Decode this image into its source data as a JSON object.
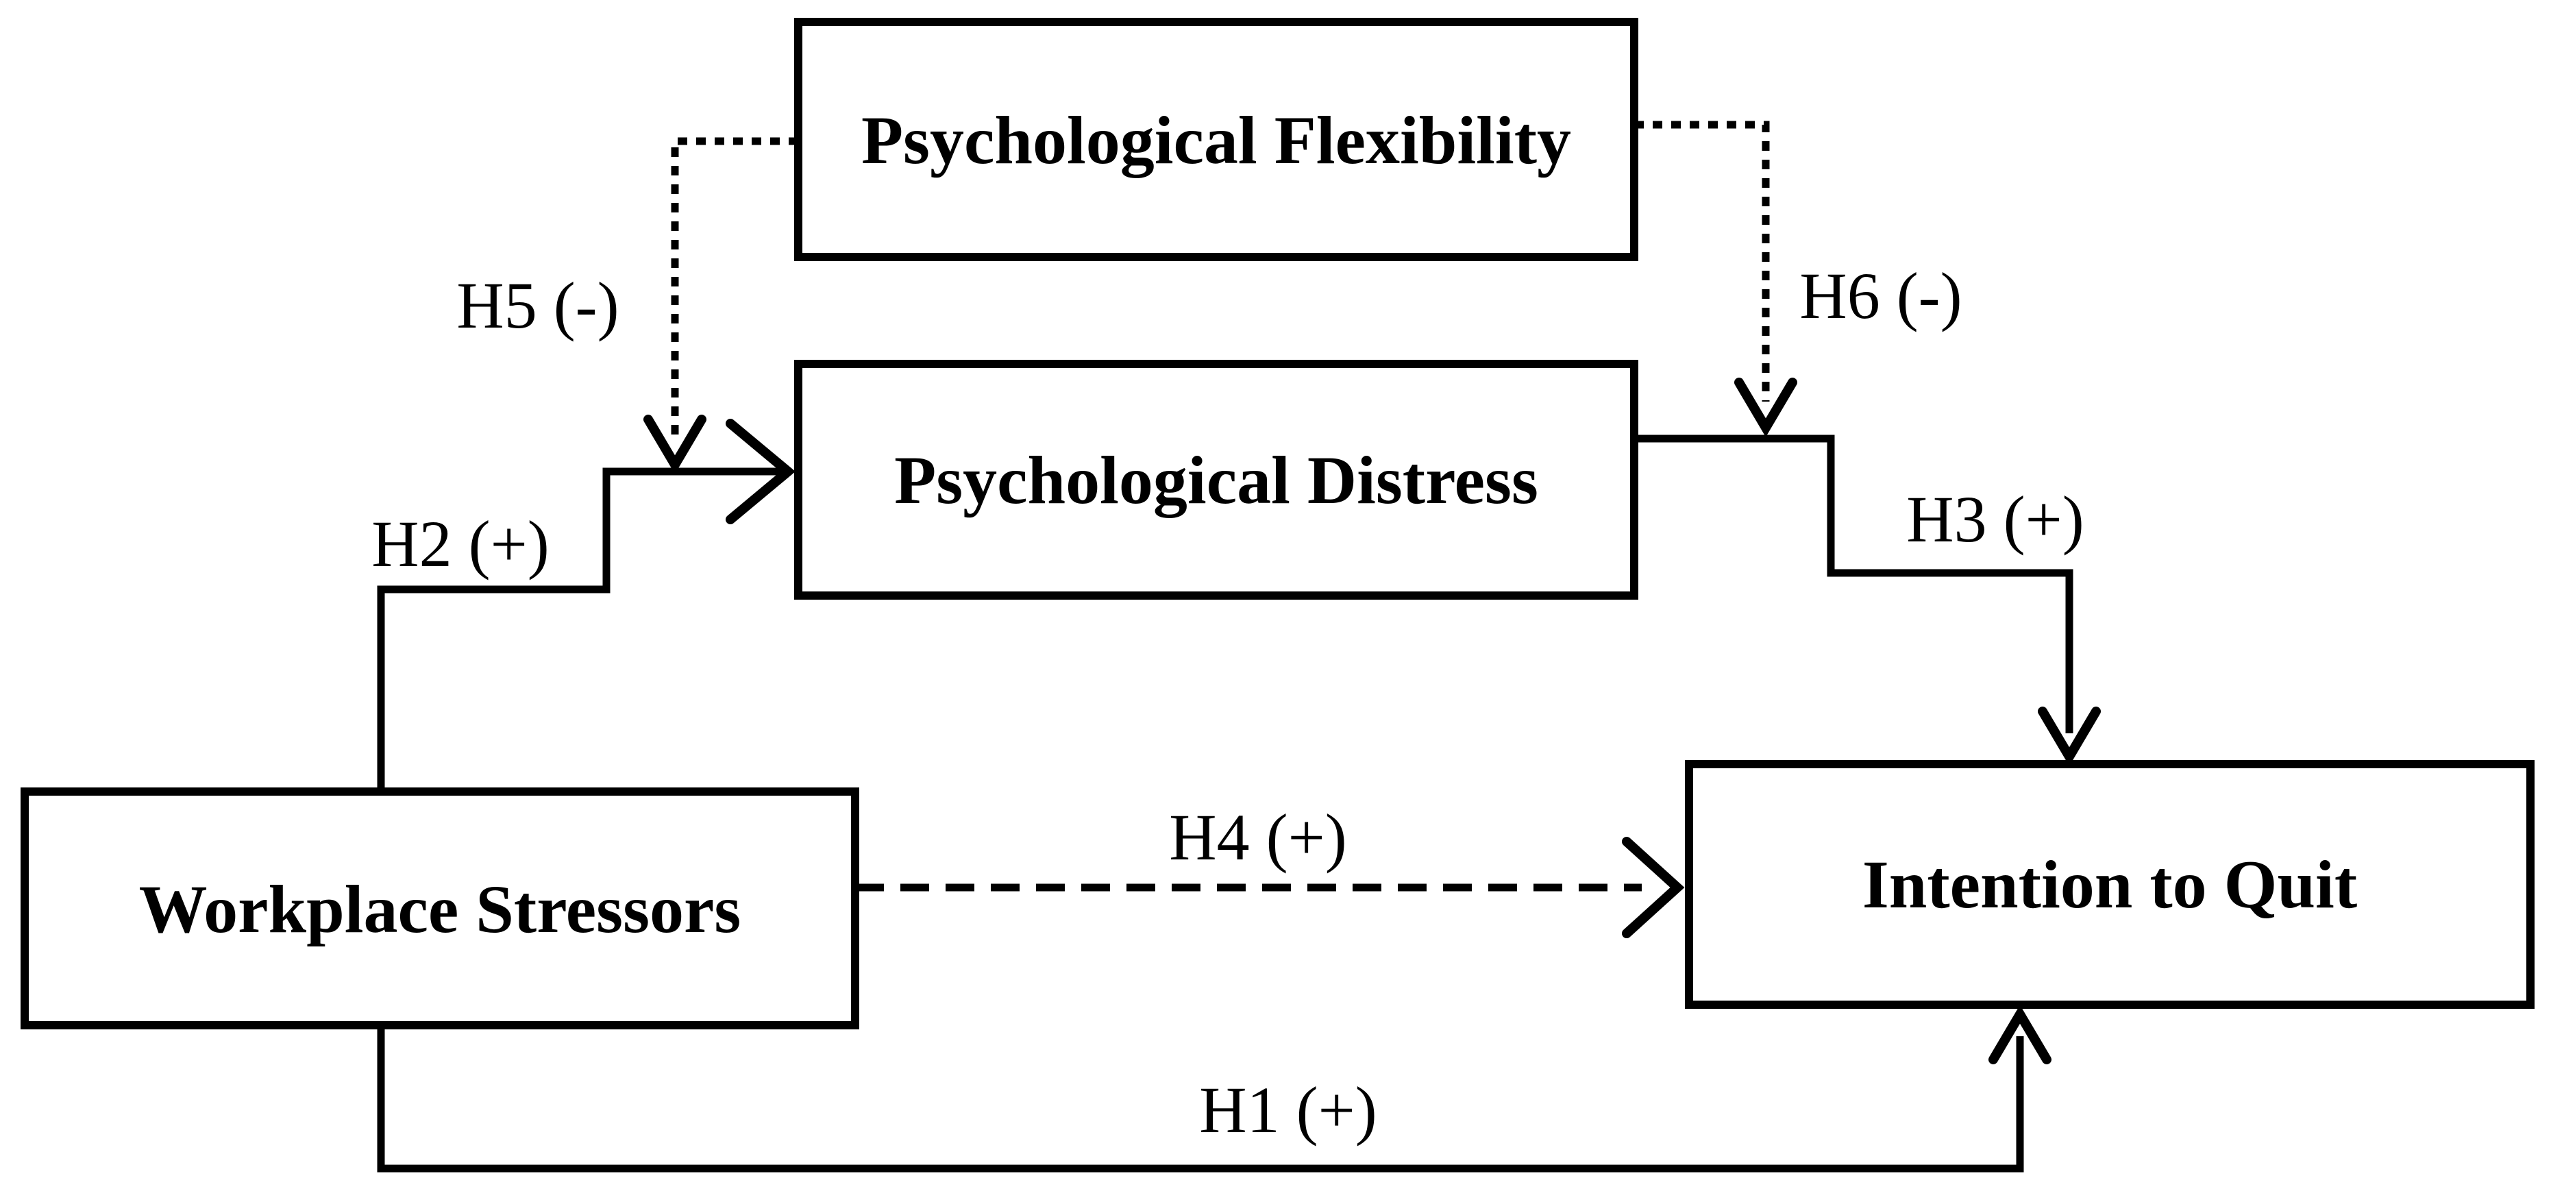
{
  "diagram": {
    "background_color": "#ffffff",
    "ink_color": "#000000",
    "nodes": {
      "flexibility": {
        "label": "Psychological Flexibility"
      },
      "distress": {
        "label": "Psychological Distress"
      },
      "workplace": {
        "label": "Workplace Stressors"
      },
      "intention": {
        "label": "Intention to Quit"
      }
    },
    "edges": {
      "h1": {
        "label": "H1 (+)",
        "from": "workplace",
        "to": "intention",
        "line_style": "solid",
        "arrow": "open-v"
      },
      "h2": {
        "label": "H2 (+)",
        "from": "workplace",
        "to": "distress",
        "line_style": "solid",
        "arrow": "open-v"
      },
      "h3": {
        "label": "H3 (+)",
        "from": "distress",
        "to": "intention",
        "line_style": "solid",
        "arrow": "open-v"
      },
      "h4": {
        "label": "H4 (+)",
        "from": "workplace",
        "to": "intention",
        "line_style": "dashed",
        "arrow": "open-v"
      },
      "h5": {
        "label": "H5 (-)",
        "from": "flexibility",
        "to": "workplace-distress-path",
        "line_style": "dotted",
        "arrow": "open-v"
      },
      "h6": {
        "label": "H6 (-)",
        "from": "flexibility",
        "to": "distress-intention-path",
        "line_style": "dotted",
        "arrow": "open-v"
      }
    }
  }
}
